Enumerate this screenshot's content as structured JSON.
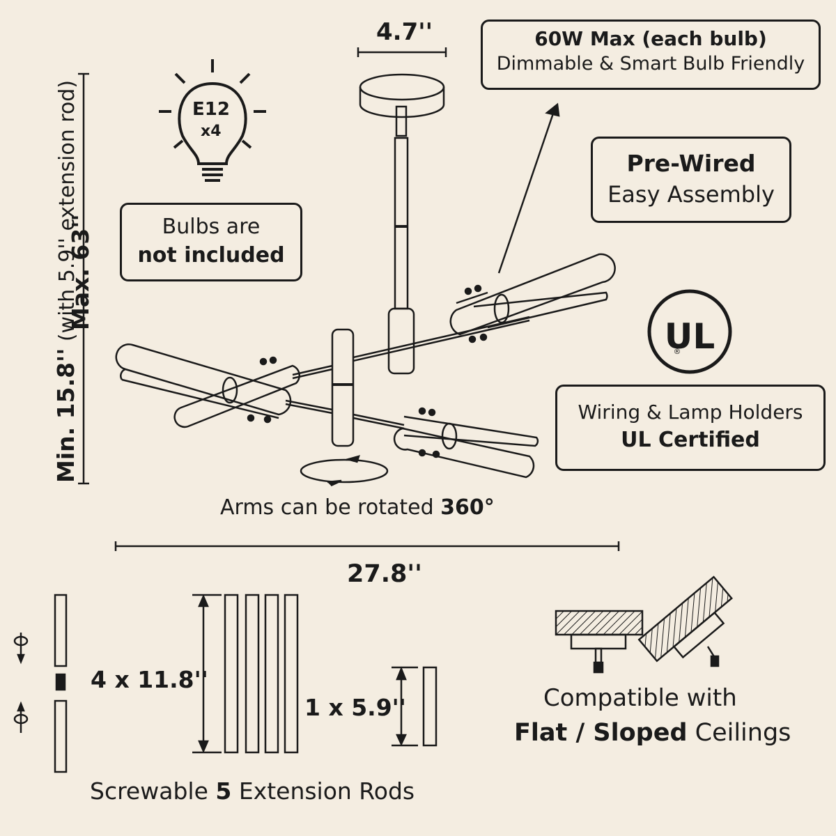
{
  "dimensions": {
    "canopy_width": "4.7''",
    "total_width": "27.8''",
    "height_min_label": "Min. 15.8''",
    "height_min_note": " (with 5.9'' extension rod)",
    "height_max_label": "Max. 63''"
  },
  "bulb": {
    "base": "E12",
    "count": "x4",
    "note_line1": "Bulbs are",
    "note_line2": "not included"
  },
  "wattage": {
    "line1": "60W Max (each bulb)",
    "line2": "Dimmable & Smart Bulb Friendly"
  },
  "prewired": {
    "line1": "Pre-Wired",
    "line2": "Easy Assembly"
  },
  "ul": {
    "logo_text": "UL",
    "line1": "Wiring & Lamp Holders",
    "line2": "UL Certified"
  },
  "rotation": {
    "text": "Arms can be rotated ",
    "value": "360°"
  },
  "rods": {
    "long_label": "4 x 11.8''",
    "short_label": "1 x 5.9''",
    "caption_pre": "Screwable ",
    "caption_num": "5",
    "caption_post": " Extension Rods"
  },
  "ceiling": {
    "line1": "Compatible with",
    "line2_bold": "Flat / Sloped",
    "line2_rest": " Ceilings"
  }
}
